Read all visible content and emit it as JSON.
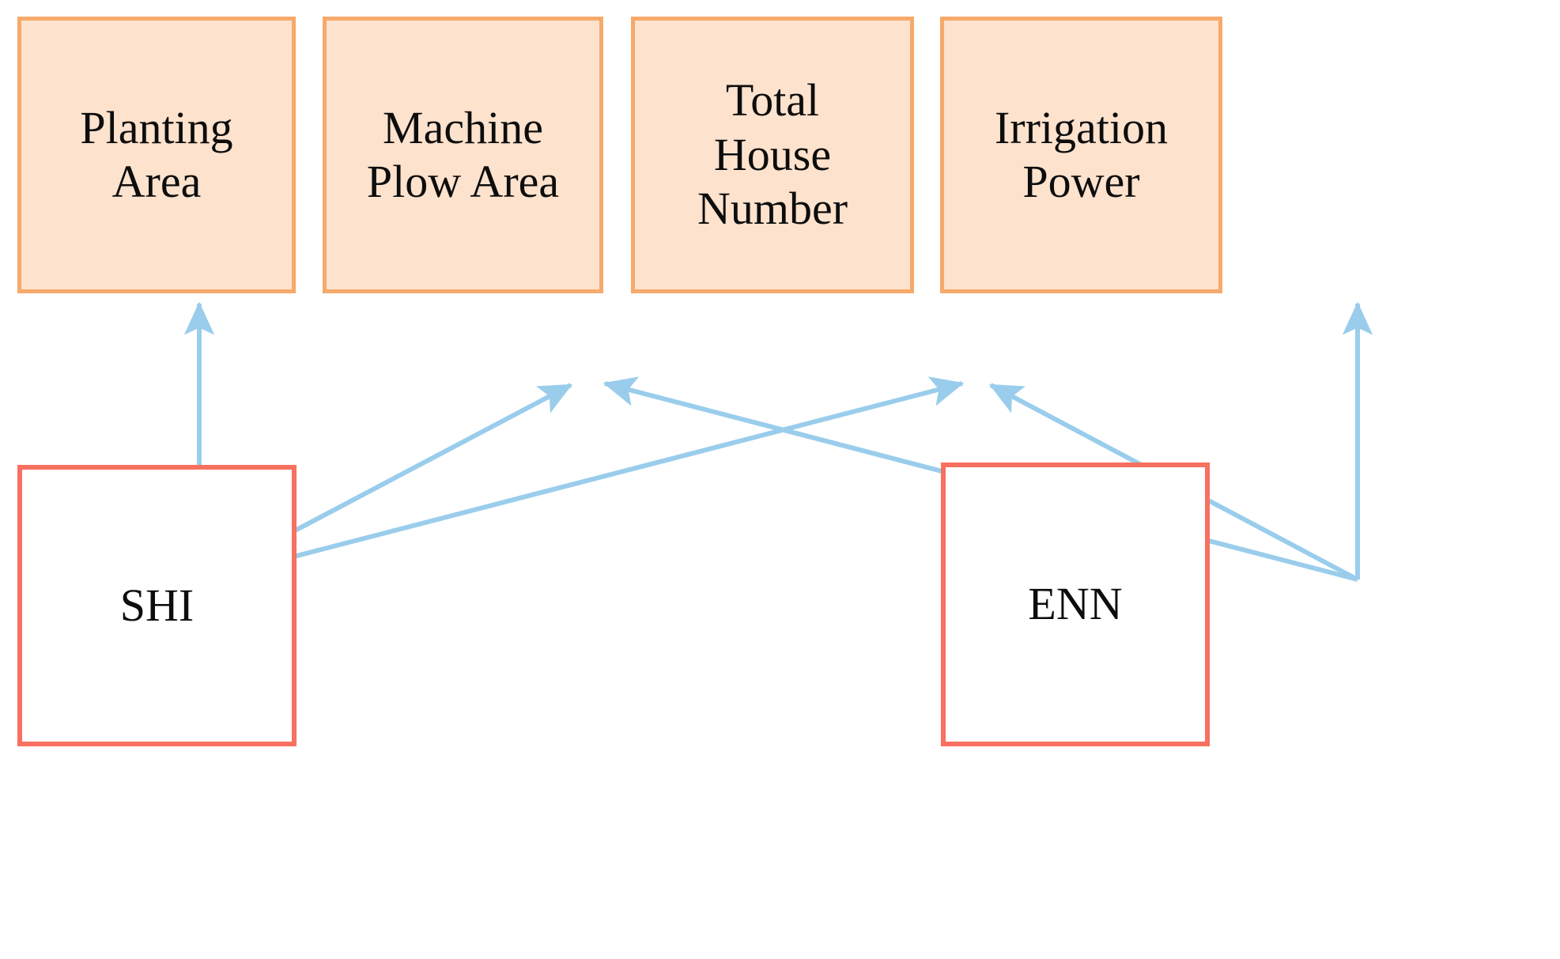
{
  "diagram": {
    "title": "",
    "type": "directed-graph",
    "colors": {
      "indicator_fill": "#fde2cd",
      "indicator_border": "#f6a96a",
      "index_fill": "#ffffff",
      "index_border": "#f8705f",
      "edge": "#9acdec",
      "text": "#0d0d0d",
      "background": "#ffffff"
    },
    "nodes": {
      "planting_area": {
        "label": "Planting\nArea",
        "kind": "indicator"
      },
      "machine_plow_area": {
        "label": "Machine\nPlow Area",
        "kind": "indicator"
      },
      "total_house_number": {
        "label": "Total\nHouse\nNumber",
        "kind": "indicator"
      },
      "irrigation_power": {
        "label": "Irrigation\nPower",
        "kind": "indicator"
      },
      "shi": {
        "label": "SHI",
        "kind": "index"
      },
      "enn": {
        "label": "ENN",
        "kind": "index"
      }
    },
    "edges": [
      {
        "from": "shi",
        "to": "planting_area",
        "style": "arrow"
      },
      {
        "from": "shi",
        "to": "machine_plow_area",
        "style": "arrow"
      },
      {
        "from": "shi",
        "to": "total_house_number",
        "style": "arrow"
      },
      {
        "from": "enn",
        "to": "irrigation_power",
        "style": "arrow"
      },
      {
        "from": "enn",
        "to": "machine_plow_area",
        "style": "arrow"
      },
      {
        "from": "enn",
        "to": "total_house_number",
        "style": "arrow"
      }
    ]
  }
}
